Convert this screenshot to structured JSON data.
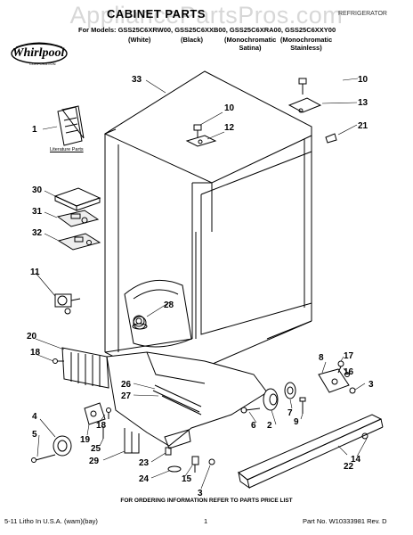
{
  "watermark": "AppliancePartsPros.com",
  "title": "CABINET PARTS",
  "header_right": "REFRIGERATOR",
  "models_line": "For Models: GSS25C6XRW00, GSS25C6XXB00, GSS25C6XRA00, GSS25C6XXY00",
  "colors": [
    "(White)",
    "(Black)",
    "(Monochromatic Satina)",
    "(Monochromatic Stainless)"
  ],
  "brand": "Whirlpool",
  "brand_sub": "CORPORATION",
  "literature_label": "Literature Parts",
  "callouts": [
    "1",
    "2",
    "3",
    "3",
    "4",
    "5",
    "6",
    "7",
    "8",
    "9",
    "10",
    "10",
    "11",
    "12",
    "13",
    "14",
    "15",
    "16",
    "17",
    "18",
    "18",
    "19",
    "20",
    "21",
    "22",
    "23",
    "24",
    "25",
    "26",
    "27",
    "28",
    "29",
    "30",
    "31",
    "32",
    "33"
  ],
  "footer": {
    "ordering_info": "FOR ORDERING INFORMATION REFER TO PARTS PRICE LIST",
    "litho": "5-11 Litho In U.S.A. (wam)(bay)",
    "page": "1",
    "part_no": "Part No. W10333981 Rev. D"
  }
}
